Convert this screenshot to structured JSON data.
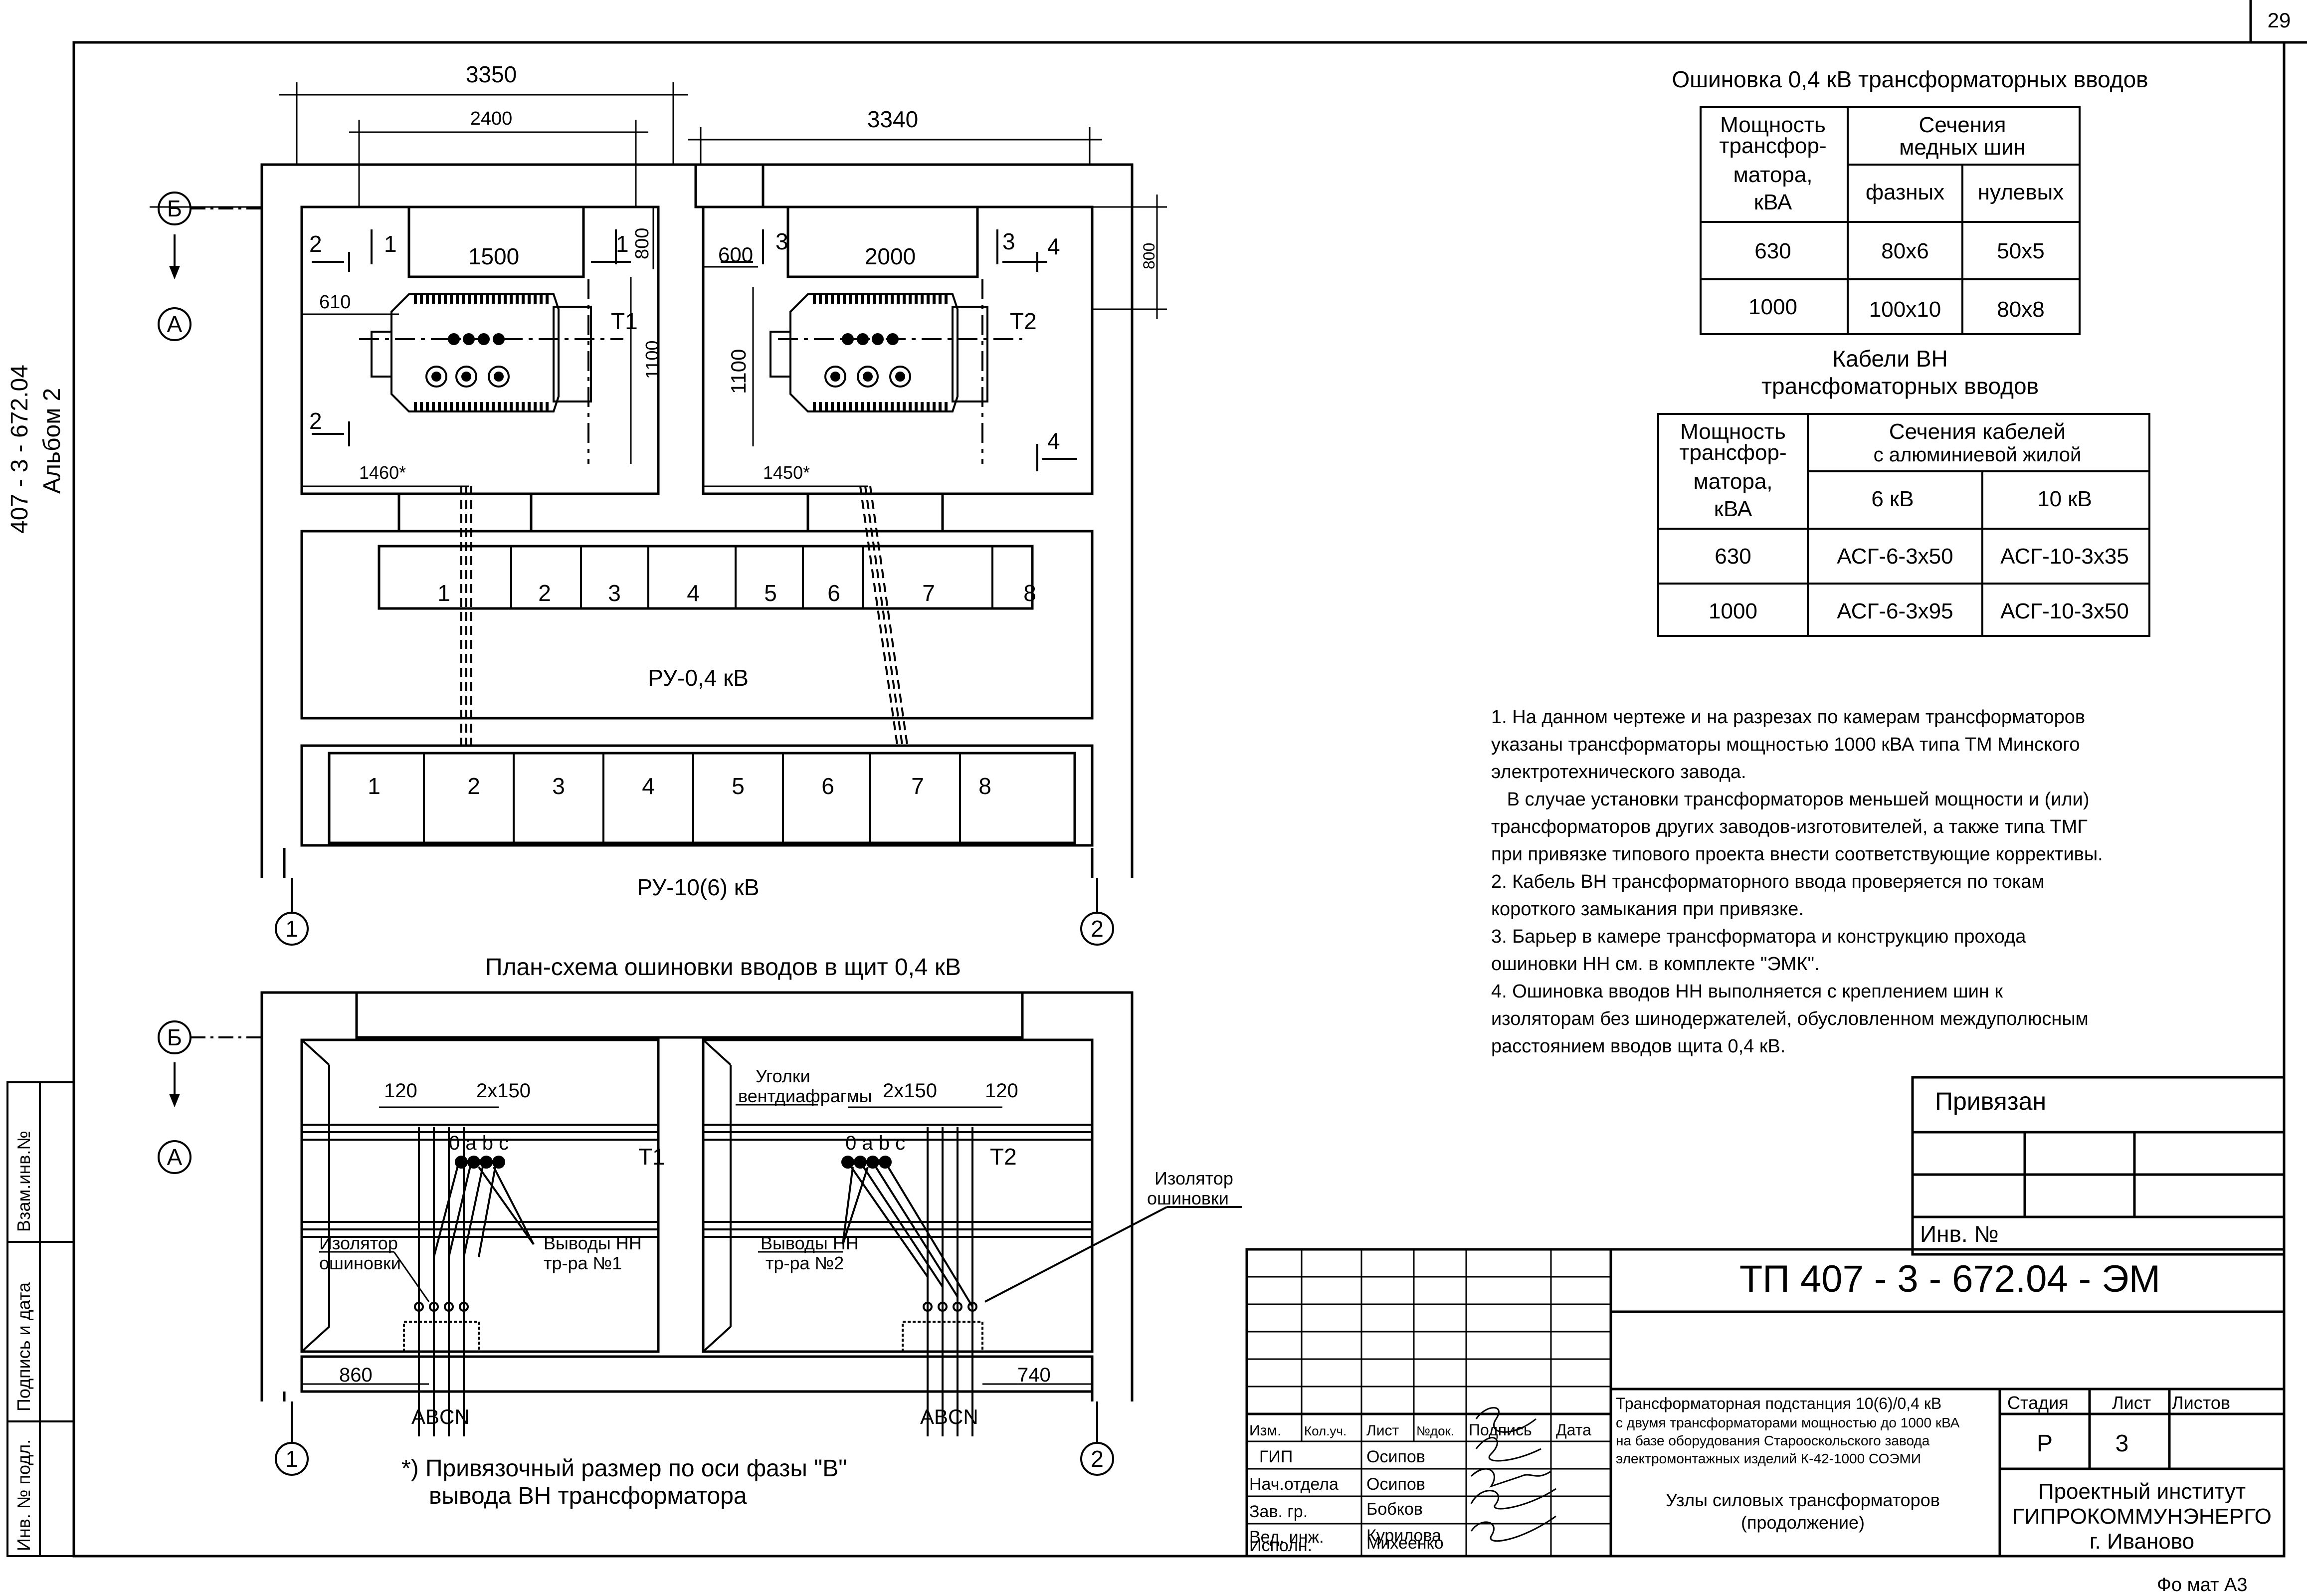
{
  "sheet": {
    "page_number": "29",
    "side_code": "407 - 3 - 672.04",
    "side_album": "Альбом 2",
    "format": "Фо мат А3"
  },
  "side_stamp": {
    "inv_podl": "Инв. № подл.",
    "podpis_data": "Подпись и дата",
    "vzam_inv": "Взам.инв.№"
  },
  "plan": {
    "dims": {
      "d3350": "3350",
      "d2400": "2400",
      "d3340": "3340",
      "d1500": "1500",
      "d2000": "2000",
      "d800a": "800",
      "d800b": "800",
      "d610": "610",
      "d600": "600",
      "d1100a": "1100",
      "d1100b": "1100",
      "d1460": "1460*",
      "d1450": "1450*"
    },
    "axes": {
      "b": "Б",
      "a": "А",
      "ax1": "1",
      "ax2": "2"
    },
    "sections": {
      "s2": "2",
      "s1": "1",
      "s3": "3",
      "s4": "4"
    },
    "t1": "Т1",
    "t2": "Т2",
    "ru04_cells": [
      "1",
      "2",
      "3",
      "4",
      "5",
      "6",
      "7",
      "8"
    ],
    "ru04_label": "РУ-0,4 кВ",
    "ru10_cells": [
      "1",
      "2",
      "3",
      "4",
      "5",
      "6",
      "7",
      "8"
    ],
    "ru10_label": "РУ-10(6) кВ"
  },
  "schema": {
    "title": "План-схема ошиновки вводов в щит 0,4 кВ",
    "d120a": "120",
    "d2x150a": "2х150",
    "d2x150b": "2х150",
    "d120b": "120",
    "ugolki1": "Уголки",
    "ugolki2": "вентдиафрагмы",
    "phases_top": "0 a b c",
    "izol1_a": "Изолятор",
    "izol1_b": "ошиновки",
    "vyv1_a": "Выводы НН",
    "vyv1_b": "тр-ра №1",
    "vyv2_a": "Выводы НН",
    "vyv2_b": "тр-ра №2",
    "izol2_a": "Изолятор",
    "izol2_b": "ошиновки",
    "d860": "860",
    "d740": "740",
    "abcn": "ABCN",
    "footnote1": "*) Привязочный размер по оси фазы \"В\"",
    "footnote2": "вывода ВН трансформатора"
  },
  "table1": {
    "title": "Ошиновка 0,4 кВ трансформаторных вводов",
    "h_power": [
      "Мощность",
      "трансфор-",
      "матора,",
      "кВА"
    ],
    "h_sections": [
      "Сечения",
      "медных шин"
    ],
    "h_phase": "фазных",
    "h_zero": "нулевых",
    "rows": [
      [
        "630",
        "80х6",
        "50х5"
      ],
      [
        "1000",
        "100х10",
        "80х8"
      ]
    ]
  },
  "table2": {
    "title1": "Кабели ВН",
    "title2": "трансфоматорных вводов",
    "h_power": [
      "Мощность",
      "трансфор-",
      "матора,",
      "кВА"
    ],
    "h_sections": [
      "Сечения кабелей",
      "с алюминиевой жилой"
    ],
    "h_6": "6 кВ",
    "h_10": "10 кВ",
    "rows": [
      [
        "630",
        "АСГ-6-3х50",
        "АСГ-10-3х35"
      ],
      [
        "1000",
        "АСГ-6-3х95",
        "АСГ-10-3х50"
      ]
    ]
  },
  "notes": [
    "1. На данном чертеже и на разрезах по камерам трансформаторов",
    "указаны трансформаторы мощностью 1000 кВА типа ТМ Минского",
    "электротехнического завода.",
    "   В случае установки трансформаторов меньшей мощности и (или)",
    "трансформаторов других заводов-изготовителей, а также типа ТМГ",
    "при привязке типового проекта внести соответствующие коррективы.",
    "2. Кабель ВН трансформаторного ввода проверяется по токам",
    "короткого замыкания при привязке.",
    "3. Барьер в камере трансформатора и конструкцию прохода",
    "ошиновки НН см. в комплекте \"ЭМК\".",
    "4. Ошиновка вводов НН выполняется с креплением шин к",
    "изоляторам без шинодержателей, обусловленном междуполюсным",
    "расстоянием вводов щита 0,4 кВ."
  ],
  "stamp": {
    "privyazan": "Привязан",
    "inv_no": "Инв. №",
    "code": "ТП 407 - 3 - 672.04 - ЭМ",
    "hdr": [
      "Изм.",
      "Кол.уч.",
      "Лист",
      "№док.",
      "Подпись",
      "Дата"
    ],
    "roles": [
      [
        "ГИП",
        "Осипов"
      ],
      [
        "Нач.отдела",
        "Осипов"
      ],
      [
        "Зав. гр.",
        "Бобков"
      ],
      [
        "Вед. инж.",
        "Курилова"
      ],
      [
        "Исполн.",
        "Михеенко"
      ]
    ],
    "desc": [
      "Трансформаторная подстанция 10(6)/0,4 кВ",
      "с двумя трансформаторами мощностью до 1000 кВА",
      "на базе оборудования Старооскольского завода",
      "электромонтажных изделий К-42-1000 СОЭМИ"
    ],
    "stadiya": "Стадия",
    "list": "Лист",
    "listov": "Листов",
    "stadiya_val": "Р",
    "list_val": "3",
    "sheet_title1": "Узлы силовых трансформаторов",
    "sheet_title2": "(продолжение)",
    "org1": "Проектный институт",
    "org2": "ГИПРОКОММУНЭНЕРГО",
    "org3": "г. Иваново"
  }
}
